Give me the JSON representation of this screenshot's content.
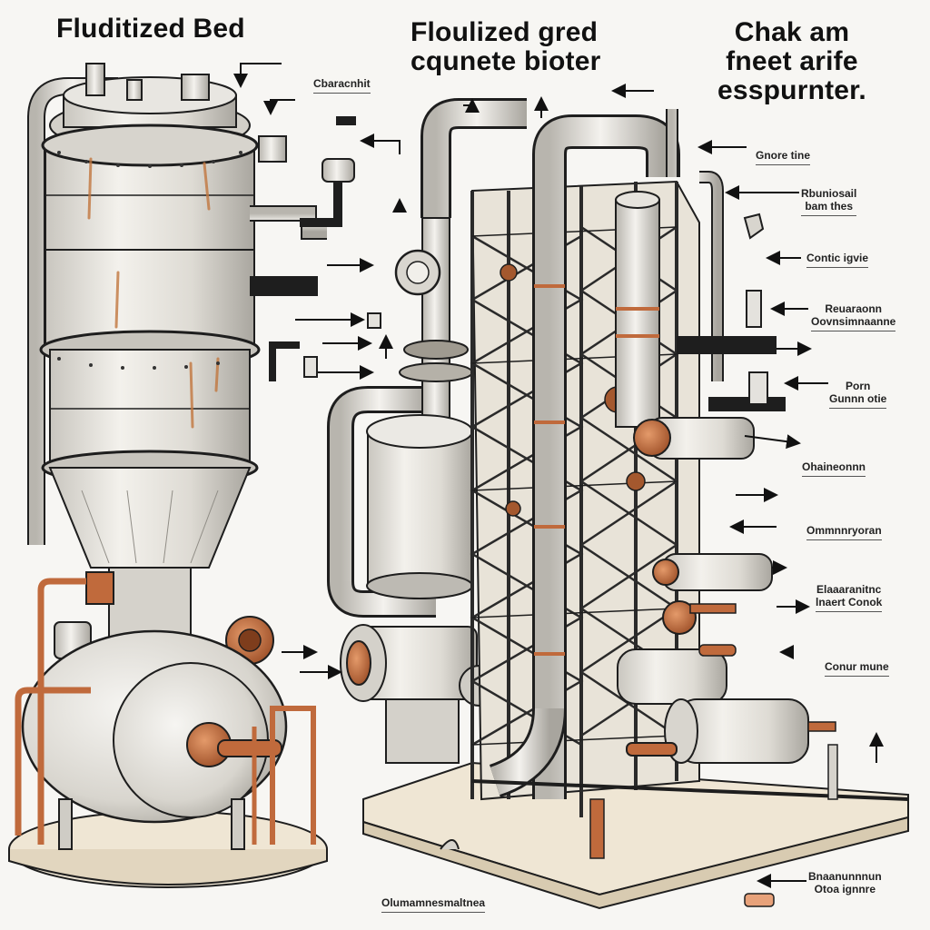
{
  "titles": {
    "left": "Fluditized Bed",
    "center_line1": "Floulized gred",
    "center_line2": "cqunete bioter",
    "right_line1": "Chak am",
    "right_line2": "fneet arife",
    "right_line3": "esspurnter."
  },
  "callouts": [
    {
      "id": "c1",
      "text": "Cbaracnhit"
    },
    {
      "id": "c2",
      "text": "Gnore tine"
    },
    {
      "id": "c3",
      "text": "Rbuniosail\nbam thes"
    },
    {
      "id": "c4",
      "text": "Contic igvie"
    },
    {
      "id": "c5",
      "text": "Reuaraonn\nOovnsimnaanne"
    },
    {
      "id": "c6",
      "text": "Porn\nGunnn otie"
    },
    {
      "id": "c7",
      "text": "Ohaineonnn"
    },
    {
      "id": "c8",
      "text": "Ommnnryoran"
    },
    {
      "id": "c9",
      "text": "Elaaaranitnc\nlnaert Conok"
    },
    {
      "id": "c10",
      "text": "Conur mune"
    },
    {
      "id": "c11",
      "text": "Bnaanunnnun\nOtoa ignnre"
    },
    {
      "id": "c12",
      "text": "Olumamnesmaltnea"
    }
  ],
  "colors": {
    "metal": "#e4e2dd",
    "metal_shade": "#b9b6af",
    "outline": "#1e1e1e",
    "copper": "#c06a3c",
    "rust": "#a4582e",
    "base": "#eee6d6"
  },
  "icons": [
    "arrow-icon"
  ]
}
